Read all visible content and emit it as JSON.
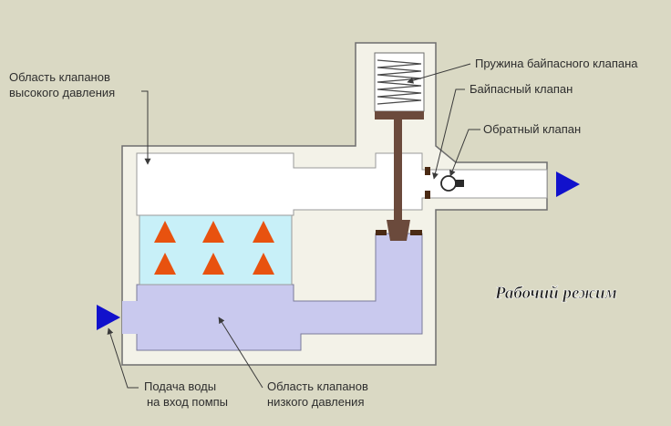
{
  "labels": {
    "high_pressure_area": [
      "Область клапанов",
      "высокого давления"
    ],
    "bypass_spring": "Пружина байпасного клапана",
    "bypass_valve": "Байпасный клапан",
    "check_valve": "Обратный клапан",
    "water_supply": [
      "Подача воды",
      "на вход помпы"
    ],
    "low_pressure_area": [
      "Область клапанов",
      "низкого давления"
    ],
    "mode": "Рабочий режим"
  },
  "colors": {
    "background": "#dad9c4",
    "housing": "#f3f2e8",
    "outline": "#6e6e6e",
    "low_pressure_water": "#c9c9ee",
    "high_pressure_water": "#ffffff",
    "valve_chamber": "#c8f0f8",
    "valve_triangles": "#e8520f",
    "piston": "#6b4a3c",
    "seat": "#4a2a14",
    "arrows": "#1111cc"
  }
}
